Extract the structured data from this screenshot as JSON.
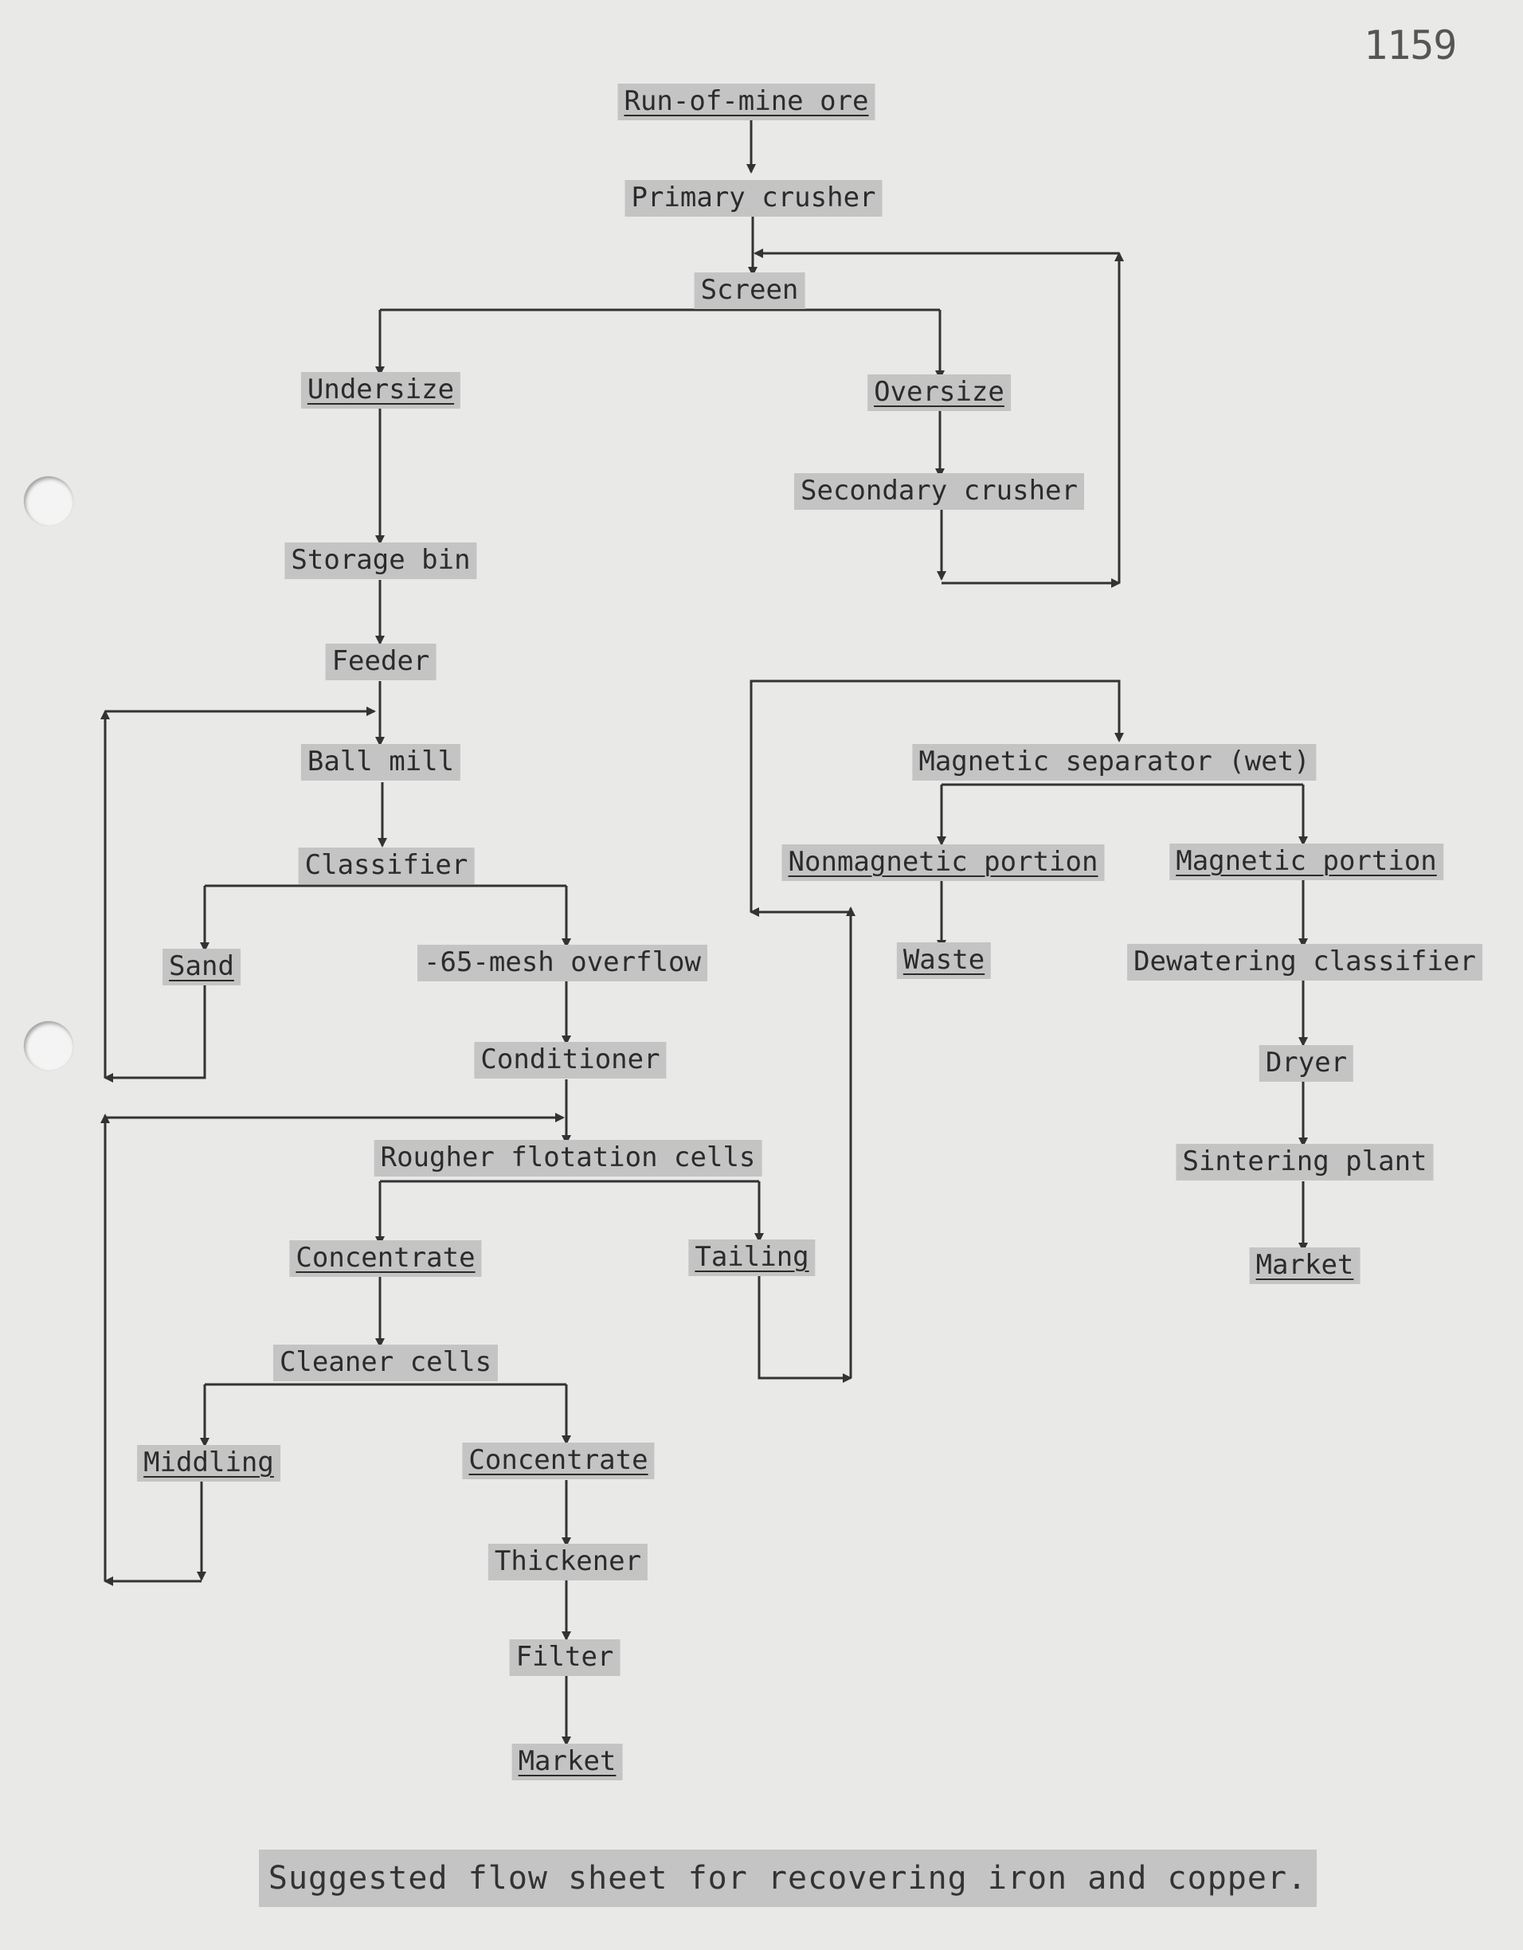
{
  "page_number": "1159",
  "caption": "Suggested flow sheet for recovering iron and copper.",
  "nodes": {
    "run_of_mine_ore": "Run-of-mine ore",
    "primary_crusher": "Primary crusher",
    "screen": "Screen",
    "undersize": "Undersize",
    "oversize": "Oversize",
    "secondary_crusher": "Secondary crusher",
    "storage_bin": "Storage bin",
    "feeder": "Feeder",
    "ball_mill": "Ball mill",
    "classifier": "Classifier",
    "sand": "Sand",
    "mesh_overflow": "-65-mesh overflow",
    "conditioner": "Conditioner",
    "rougher_flotation_cells": "Rougher flotation cells",
    "concentrate_rougher": "Concentrate",
    "tailing": "Tailing",
    "cleaner_cells": "Cleaner cells",
    "middling": "Middling",
    "concentrate_cleaner": "Concentrate",
    "thickener": "Thickener",
    "filter": "Filter",
    "market_copper": "Market",
    "magnetic_separator": "Magnetic separator (wet)",
    "nonmagnetic_portion": "Nonmagnetic portion",
    "magnetic_portion": "Magnetic portion",
    "waste": "Waste",
    "dewatering_classifier": "Dewatering classifier",
    "dryer": "Dryer",
    "sintering_plant": "Sintering plant",
    "market_iron": "Market"
  }
}
